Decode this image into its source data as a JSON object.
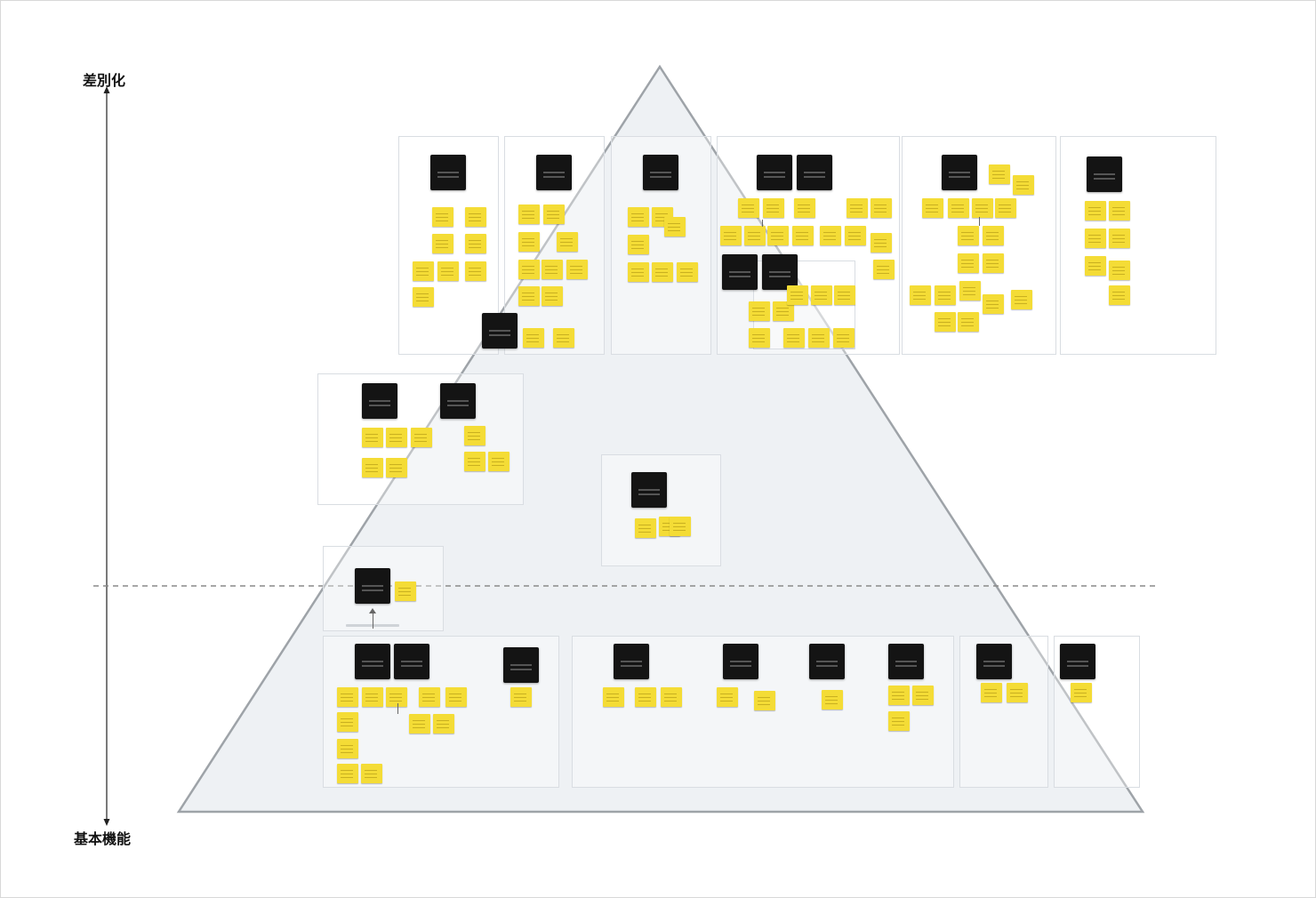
{
  "axis": {
    "top_label": "差別化",
    "bottom_label": "基本機能"
  },
  "colors": {
    "pyramid_fill": "#eef1f4",
    "pyramid_stroke": "#9ea3a8",
    "sticky_note": "#f4dc36",
    "header_card": "#141414",
    "divider": "#8a8a8a"
  },
  "diagram": {
    "shape": "triangle",
    "divider": "dashed-horizontal"
  }
}
